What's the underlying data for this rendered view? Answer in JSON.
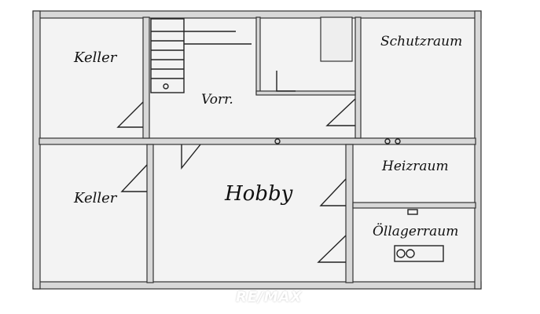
{
  "rooms": {
    "keller_top": "Keller",
    "vorr": "Vorr.",
    "schutzraum": "Schutzraum",
    "keller_bottom": "Keller",
    "hobby": "Hobby",
    "heizraum": "Heizraum",
    "oellagerraum": "Öllagerraum"
  },
  "watermark": "RE/MAX"
}
